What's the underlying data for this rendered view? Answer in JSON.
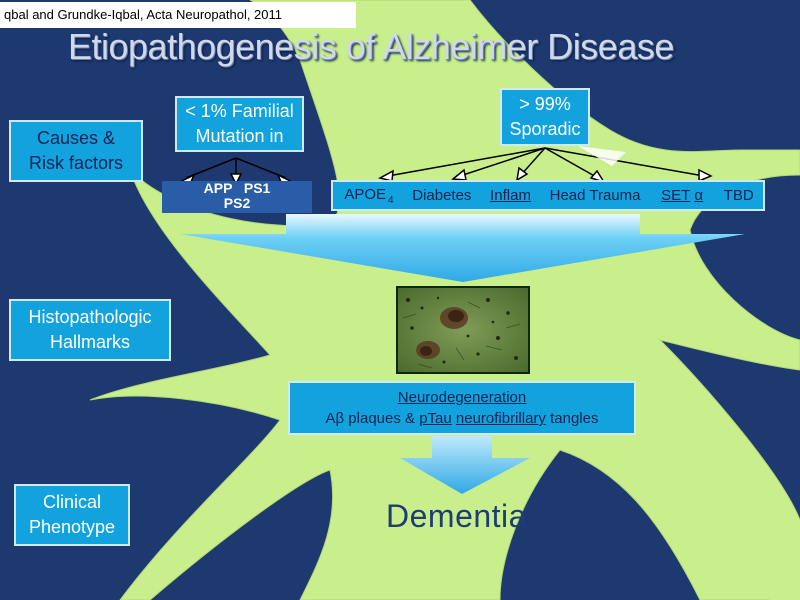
{
  "citation": "qbal and Grundke-Iqbal, Acta Neuropathol, 2011",
  "title": "Etiopathogenesis of Alzheimer Disease",
  "left_labels": {
    "causes": [
      "Causes &",
      "Risk factors"
    ],
    "histo": [
      "Histopathologic",
      "Hallmarks"
    ],
    "clinical": [
      "Clinical",
      "Phenotype"
    ]
  },
  "familial": [
    "< 1% Familial",
    "Mutation in"
  ],
  "sporadic": [
    "> 99%",
    "Sporadic"
  ],
  "genes": [
    "APP   PS1",
    "PS2"
  ],
  "risk_factors": {
    "apoe_base": "APOE",
    "apoe_sub": "4",
    "diabetes": "Diabetes",
    "inflam": "Inflam",
    "head_trauma": "Head Trauma",
    "set_base": "SET",
    "set_alpha": "α",
    "tbd": "TBD"
  },
  "neuro": {
    "line1": "Neurodegeneration",
    "line2_prefix": "Aβ plaques & ",
    "line2_ptau": "pTau",
    "line2_suffix": " ",
    "line2_nft": "neurofibrillary",
    "line2_end": " tangles"
  },
  "outcome": "Dementia",
  "colors": {
    "background": "#1d3970",
    "neuron": "#c9ee8c",
    "box": "#12a3df",
    "arrow": "#4ac2ee"
  }
}
